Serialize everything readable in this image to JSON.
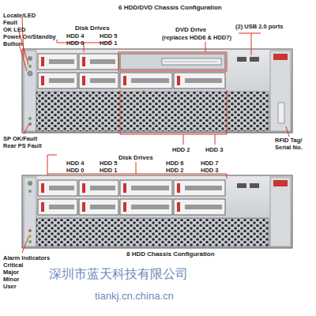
{
  "diagram": {
    "labels": [
      "6 HDD/DVD Chassis Configuration",
      "Locate/LED",
      "Fault",
      "OK LED",
      "Power On/Standby",
      "Button",
      "Disk Drives",
      "HDD 4",
      "HDD 5",
      "HDD 0",
      "HDD 1",
      "DVD Drive",
      "(replaces HDD6 & HDD7)",
      "(2) USB 2.0 ports",
      "SP OK/Fault",
      "Rear PS Fault",
      "HDD 2",
      "HDD 3",
      "RFID Tag/",
      "Serial No.",
      "Disk Drives",
      "HDD 4",
      "HDD 5",
      "HDD 6",
      "HDD 7",
      "HDD 0",
      "HDD 1",
      "HDD 2",
      "HDD 3",
      "8 HDD Chassis Configuration",
      "Alarm Indicators",
      "Critical",
      "Major",
      "Minor",
      "User",
      "深圳市蓝天科技有限公司",
      "tiankj.cn.china.cn"
    ]
  }
}
